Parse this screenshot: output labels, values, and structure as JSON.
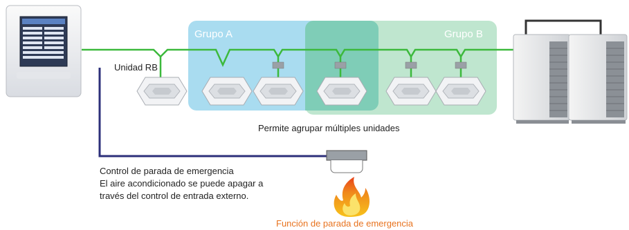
{
  "diagram": {
    "group_a_label": "Grupo A",
    "group_b_label": "Grupo B",
    "rb_unit_label": "Unidad RB",
    "grouping_caption": "Permite agrupar múltiples unidades",
    "emergency_text": [
      "Control de parada de emergencia",
      "El aire acondicionado se puede apagar a",
      "través del control de entrada externo."
    ],
    "emergency_function_label": "Función de parada de emergencia"
  },
  "colors": {
    "group_a": "#a9dcf0",
    "group_b": "#bfe6cf",
    "overlap": "#7fcdb7",
    "pipe": "#3cb93c",
    "signal_wire": "#2c2f7a",
    "accent_orange": "#e8731f"
  },
  "icons": [
    "central-controller-icon",
    "cassette-indoor-unit-icon",
    "rb-unit-icon",
    "outdoor-unit-icon",
    "emergency-sensor-icon",
    "fire-icon"
  ]
}
